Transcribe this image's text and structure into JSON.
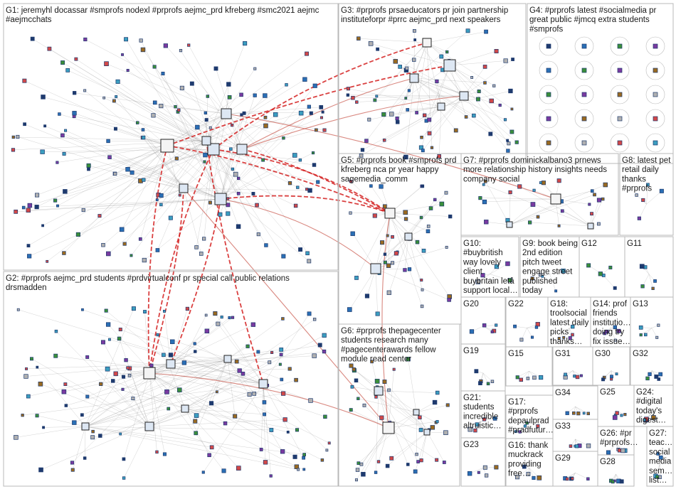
{
  "groups": [
    {
      "id": "G1",
      "text": [
        "G1: jeremyhl docassar #smprofs nodexl #prprofs aejmc_prd kfreberg #smc2021 aejmc",
        "#aejmcchats"
      ]
    },
    {
      "id": "G2",
      "text": [
        "G2: #prprofs aejmc_prd students #prdvirtualconf pr special call public relations",
        "drsmadden"
      ]
    },
    {
      "id": "G3",
      "text": [
        "G3: #prprofs prsaeducators pr join partnership",
        "instituteforpr #prrc aejmc_prd next speakers"
      ]
    },
    {
      "id": "G4",
      "text": [
        "G4: #prprofs latest #socialmedia pr",
        "great public #jmcq extra students",
        "#smprofs"
      ]
    },
    {
      "id": "G5",
      "text": [
        "G5: #prprofs book #smprofs prd",
        "kfreberg nca pr year happy",
        "sagemedia_comm"
      ]
    },
    {
      "id": "G6",
      "text": [
        "G6: #prprofs thepagecenter",
        "students research many",
        "#pagecenterawards fellow",
        "module read center"
      ]
    },
    {
      "id": "G7",
      "text": [
        "G7: #prprofs dominickalbano3 prnews",
        "more relationship history insights needs",
        "company social"
      ]
    },
    {
      "id": "G8",
      "text": [
        "G8: latest pet",
        "retail daily",
        "thanks",
        "#prprofs"
      ]
    },
    {
      "id": "G9",
      "text": [
        "G9: book being",
        "2nd edition",
        "pitch tweet",
        "engage street",
        "published",
        "today"
      ]
    },
    {
      "id": "G10",
      "text": [
        "G10:",
        "#buybritish",
        "way lovely",
        "client",
        "buybritain letâ",
        "support local…"
      ]
    },
    {
      "id": "G11",
      "text": [
        "G11"
      ]
    },
    {
      "id": "G12",
      "text": [
        "G12"
      ]
    },
    {
      "id": "G13",
      "text": [
        "G13"
      ]
    },
    {
      "id": "G14",
      "text": [
        "G14: prof",
        "friends",
        "institutio…",
        "doing try",
        "fix issue…"
      ]
    },
    {
      "id": "G15",
      "text": [
        "G15"
      ]
    },
    {
      "id": "G16",
      "text": [
        "G16: thank",
        "muckrack",
        "providing",
        "free…"
      ]
    },
    {
      "id": "G17",
      "text": [
        "G17:",
        "#prprofs",
        "depaulprad",
        "#pradfutur…"
      ]
    },
    {
      "id": "G18",
      "text": [
        "G18:",
        "troolsocial",
        "latest daily",
        "picks",
        "thanks…"
      ]
    },
    {
      "id": "G19",
      "text": [
        "G19"
      ]
    },
    {
      "id": "G20",
      "text": [
        "G20"
      ]
    },
    {
      "id": "G21",
      "text": [
        "G21:",
        "students",
        "incredible",
        "altruistic…"
      ]
    },
    {
      "id": "G22",
      "text": [
        "G22"
      ]
    },
    {
      "id": "G23",
      "text": [
        "G23"
      ]
    },
    {
      "id": "G24",
      "text": [
        "G24:",
        "#digital",
        "today's",
        "digest…"
      ]
    },
    {
      "id": "G25",
      "text": [
        "G25"
      ]
    },
    {
      "id": "G26",
      "text": [
        "G26: #pr",
        "#prprofs…"
      ]
    },
    {
      "id": "G27",
      "text": [
        "G27:",
        "teac…",
        "social",
        "media",
        "sem…",
        "list…"
      ]
    },
    {
      "id": "G28",
      "text": [
        "G28"
      ]
    },
    {
      "id": "G29",
      "text": [
        "G29"
      ]
    },
    {
      "id": "G30",
      "text": [
        "G30"
      ]
    },
    {
      "id": "G31",
      "text": [
        "G31"
      ]
    },
    {
      "id": "G32",
      "text": [
        "G32"
      ]
    },
    {
      "id": "G33",
      "text": [
        "G33"
      ]
    },
    {
      "id": "G34",
      "text": [
        "G34"
      ]
    }
  ],
  "colors": {
    "edge": "#8c8c8c",
    "highlight_edge": "#d32020",
    "node_border": "#1e3a6e",
    "box": "#b8b8b8"
  }
}
